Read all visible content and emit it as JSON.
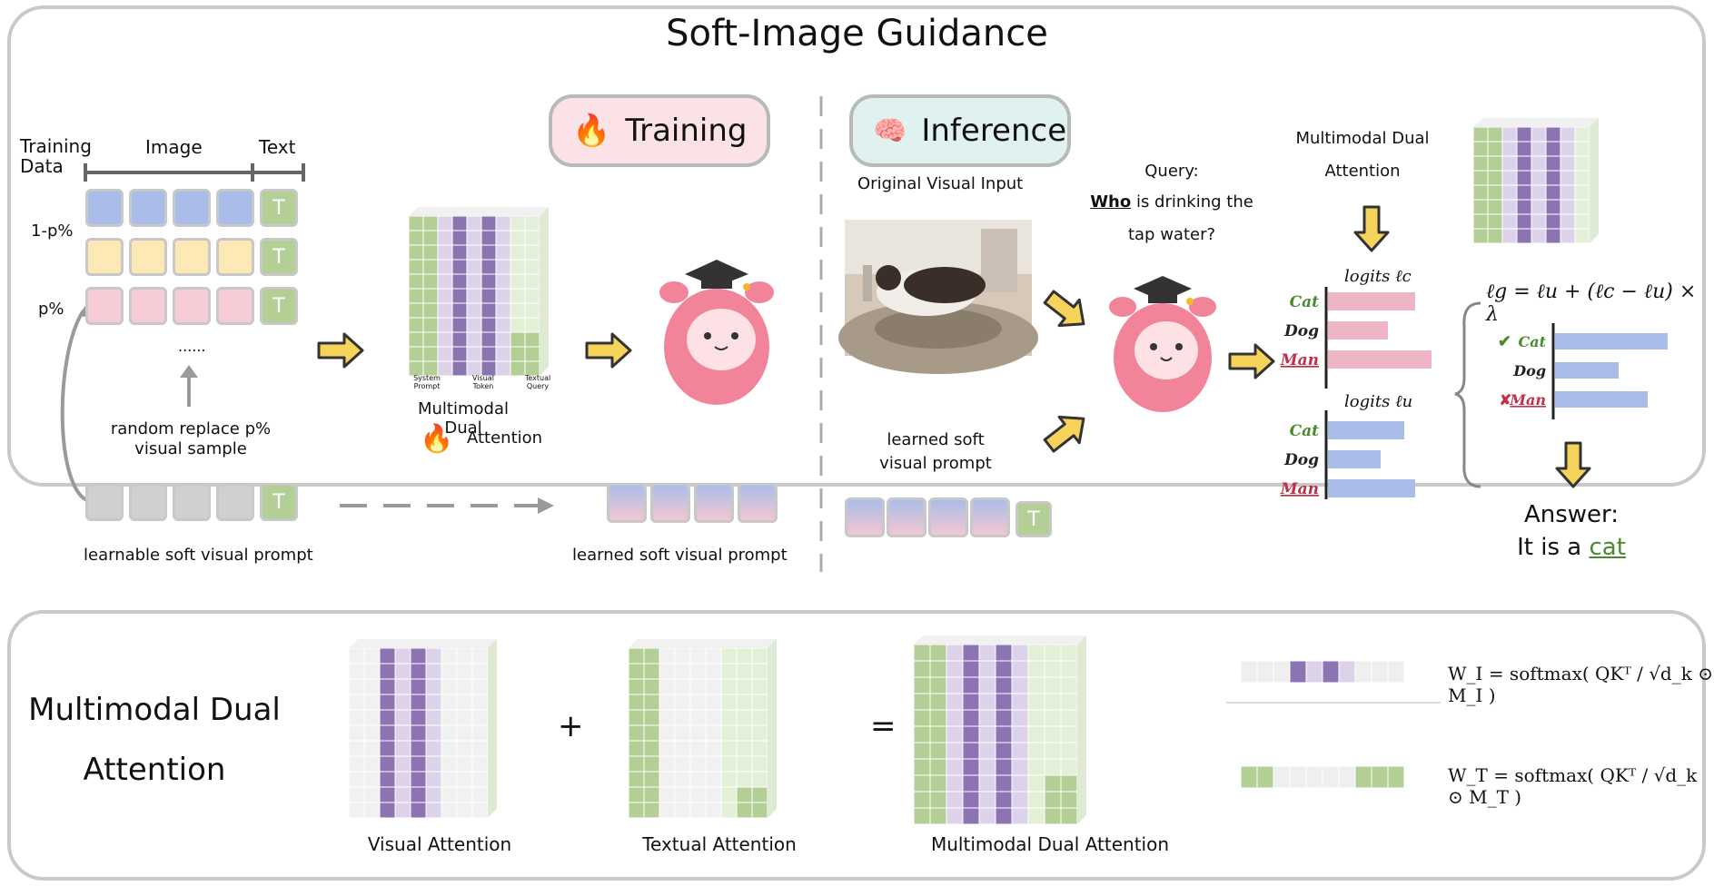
{
  "title": "Soft-Image Guidance",
  "training": {
    "badge": "Training",
    "col_training_data": "Training Data",
    "col_image": "Image",
    "col_text": "Text",
    "row_1p": "1-p%",
    "row_p": "p%",
    "text_token": "T",
    "dots": "......",
    "random_replace": "random replace p% visual sample",
    "learnable_prompt": "learnable soft visual prompt",
    "learned_prompt": "learned soft visual prompt",
    "attn_label_line1": "Multimodal Dual",
    "attn_label_line2": "Attention",
    "attn_axis_system": "System Prompt",
    "attn_axis_visual": "Visual Token",
    "attn_axis_textual": "Textual Query"
  },
  "inference": {
    "badge": "Inference",
    "original_input": "Original Visual Input",
    "learned_prompt": "learned soft visual prompt",
    "query_label": "Query:",
    "query_who": "Who",
    "query_rest1": " is drinking the",
    "query_rest2": "tap water?",
    "mda_line1": "Multimodal Dual",
    "mda_line2": "Attention",
    "logits_c": "logits ℓc",
    "logits_u": "logits ℓu",
    "formula": "ℓg = ℓu + (ℓc − ℓu) × λ",
    "labels": [
      "Cat",
      "Dog",
      "Man"
    ],
    "check": "✔",
    "cross": "✘",
    "answer_label": "Answer:",
    "answer_prefix": "It is a ",
    "answer_word": "cat"
  },
  "bottom": {
    "title_line1": "Multimodal Dual",
    "title_line2": "Attention",
    "plus": "+",
    "equals": "=",
    "visual_attention": "Visual Attention",
    "textual_attention": "Textual Attention",
    "dual_attention": "Multimodal Dual Attention",
    "formula_wi": "W_I = softmax( QKᵀ / √d_k ⊙ M_I )",
    "formula_wt": "W_T = softmax( QKᵀ / √d_k ⊙ M_T )"
  },
  "colors": {
    "blue": "#aabde8",
    "yellow": "#fde9b5",
    "pink": "#f6cdd6",
    "green": "#b3cf96",
    "gray": "#d0d0d0",
    "purple": "#8c73b2",
    "lightpurple": "#dcd3ea",
    "arrow": "#f6d35a",
    "cat_green": "#4a8a2a",
    "man_red": "#c0304a",
    "bar_pink": "#edb4c3",
    "bar_blue": "#aabde8"
  }
}
